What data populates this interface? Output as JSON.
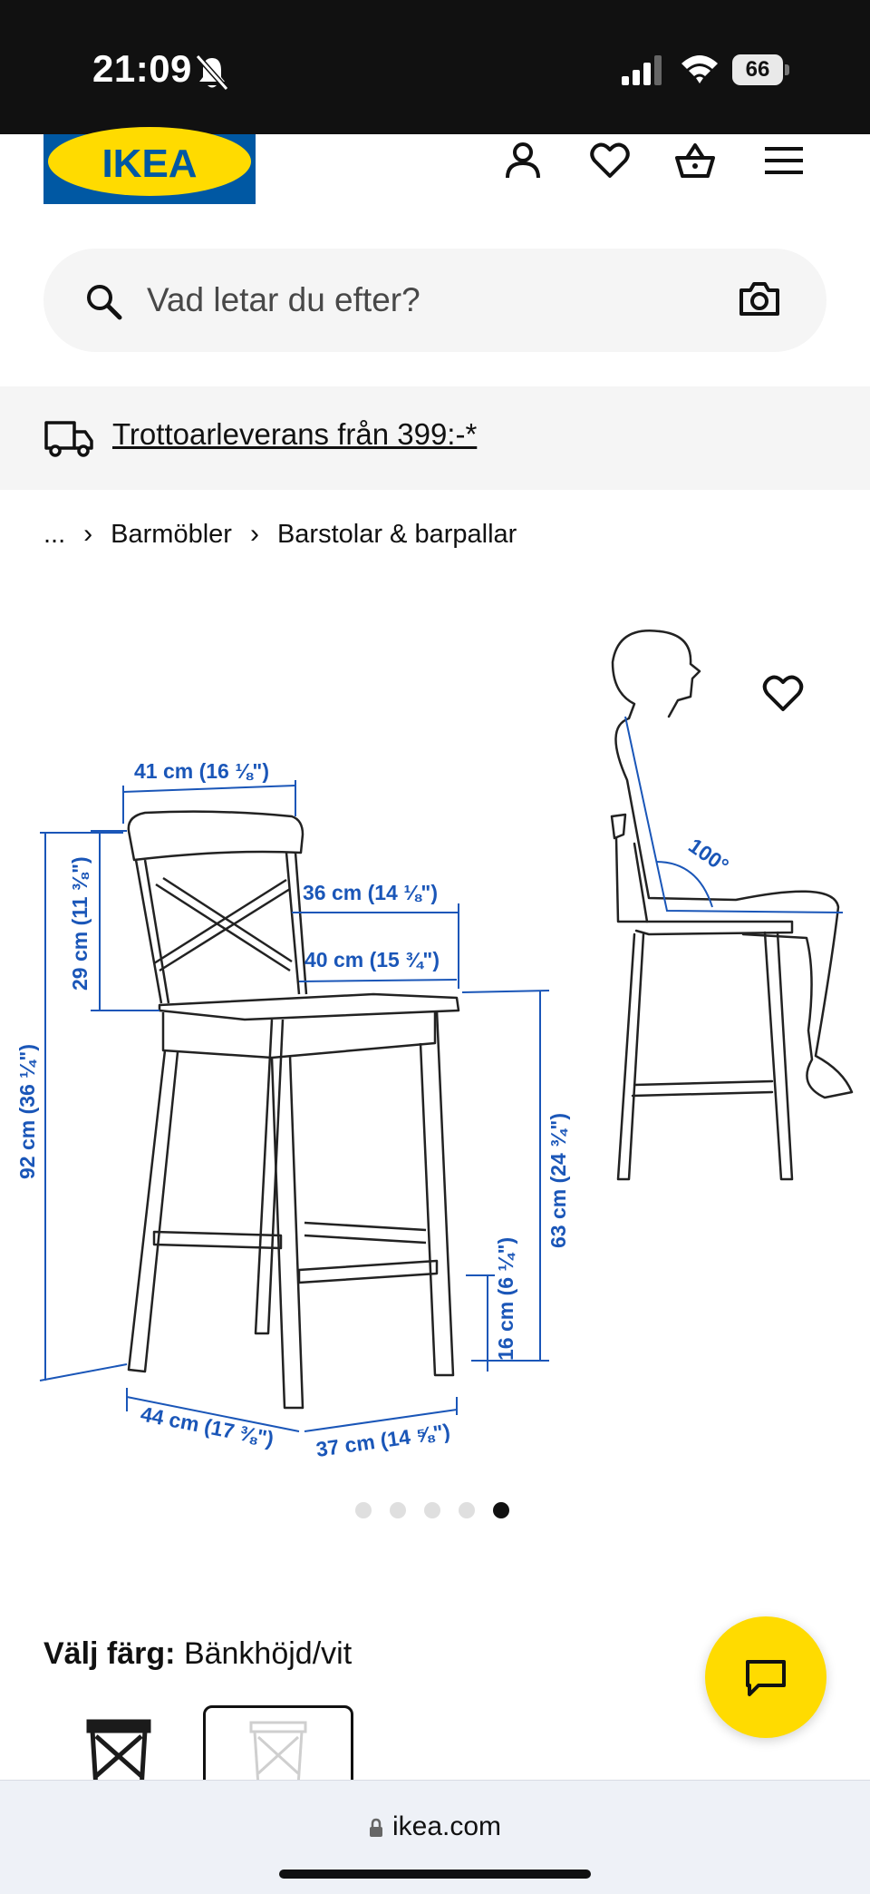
{
  "status": {
    "time": "21:09",
    "battery": "66"
  },
  "header": {
    "brand": "IKEA"
  },
  "search": {
    "placeholder": "Vad letar du efter?"
  },
  "delivery": {
    "text": "Trottoarleverans från 399:-*"
  },
  "breadcrumb": {
    "ellipsis": "...",
    "items": [
      "Barmöbler",
      "Barstolar & barpallar"
    ]
  },
  "dimensions": {
    "width": "41 cm (16 ⅛\")",
    "seat_width": "36 cm (14 ⅛\")",
    "seat_depth": "40 cm (15 ¾\")",
    "back_height": "29 cm (11 ⅜\")",
    "total_height": "92 cm (36 ¼\")",
    "seat_height": "63 cm (24 ¾\")",
    "footrest_height": "16 cm (6 ¼\")",
    "depth": "44 cm (17 ⅜\")",
    "base_width": "37 cm (14 ⅝\")",
    "angle": "100°"
  },
  "carousel": {
    "count": 5,
    "active": 5
  },
  "color_selector": {
    "label": "Välj färg:",
    "value": "Bänkhöjd/vit"
  },
  "browser": {
    "url": "ikea.com"
  },
  "colors": {
    "ikea_blue": "#0058a3",
    "ikea_yellow": "#ffdb00",
    "dimension_blue": "#1a56b8"
  }
}
